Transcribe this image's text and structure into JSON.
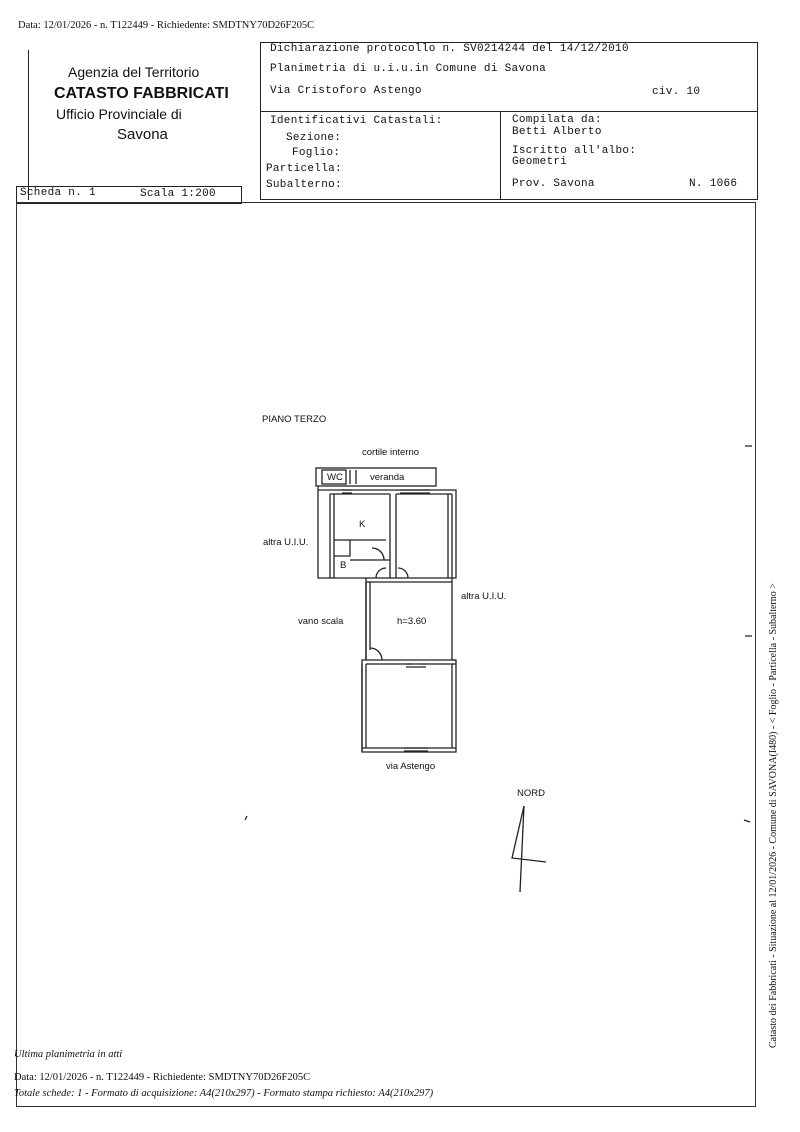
{
  "top_line": "Data: 12/01/2026 - n. T122449 - Richiedente: SMDTNY70D26F205C",
  "agency": {
    "line1": "Agenzia del Territorio",
    "line2": "CATASTO FABBRICATI",
    "line3": "Ufficio Provinciale di",
    "line4": "Savona"
  },
  "header": {
    "dichiarazione": "Dichiarazione protocollo n. SV0214244 del  14/12/2010",
    "planimetria": "Planimetria di u.i.u.in Comune di Savona",
    "address": "Via Cristoforo Astengo",
    "civ": "civ. 10"
  },
  "identificativi": {
    "title": "Identificativi Catastali:",
    "sezione": "Sezione:",
    "foglio": "Foglio:",
    "particella": "Particella:",
    "subalterno": "Subalterno:"
  },
  "compilata": {
    "title": "Compilata da:",
    "name": "Betti Alberto",
    "iscritto": "Iscritto all'albo:",
    "albo": "Geometri",
    "prov": "Prov. Savona",
    "numero": "N. 1066"
  },
  "scheda": {
    "label": "Scheda n. 1",
    "scala": "Scala 1:200"
  },
  "plan": {
    "piano": "PIANO TERZO",
    "cortile": "cortile interno",
    "wc": "WC",
    "veranda": "veranda",
    "k": "K",
    "b": "B",
    "altra_left": "altra U.I.U.",
    "altra_right": "altra U.I.U.",
    "vano_scala": "vano scala",
    "height": "h=3.60",
    "via": "via Astengo",
    "nord": "NORD"
  },
  "side_text": "Catasto dei Fabbricati - Situazione al 12/01/2026 - Comune di SAVONA(I480) - < Foglio    - Particella    - Subalterno  >",
  "footer": {
    "ultima": "Ultima planimetria in atti",
    "data_line": "Data: 12/01/2026 - n. T122449 - Richiedente: SMDTNY70D26F205C",
    "totale_line": "Totale schede: 1 - Formato di acquisizione: A4(210x297) - Formato stampa richiesto: A4(210x297)"
  }
}
